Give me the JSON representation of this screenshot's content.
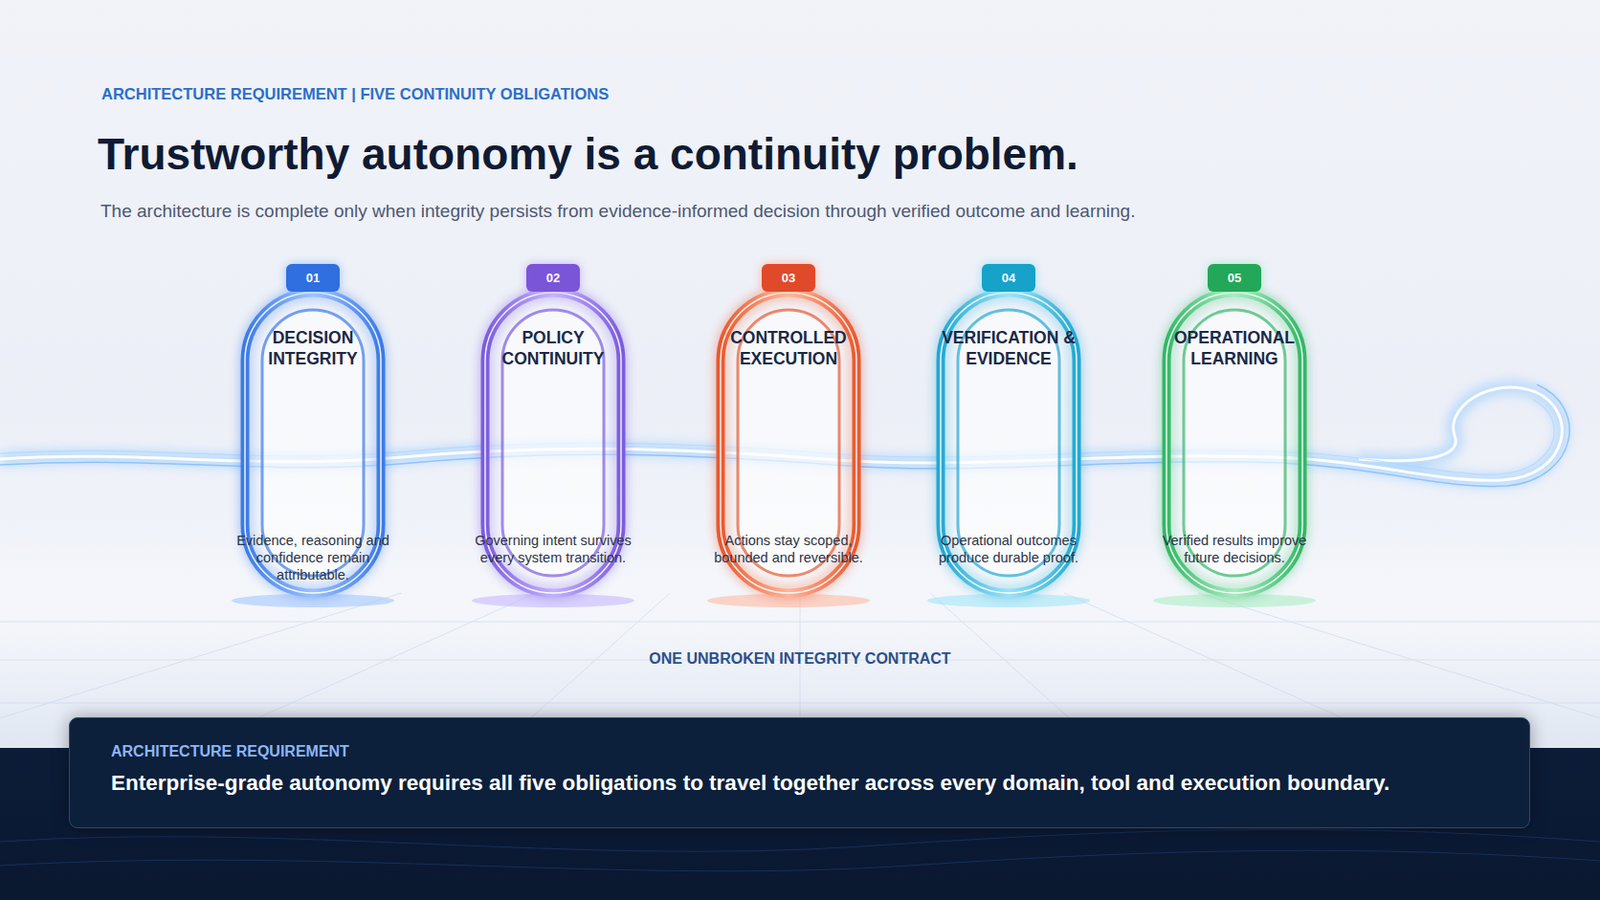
{
  "diagram": {
    "title": "Trustworthy autonomy is a continuity problem.",
    "nodes": [
      {
        "text": [
          "01",
          "DECISION INTEGRITY",
          "Evidence, reasoning and confidence remain attributable."
        ]
      },
      {
        "text": [
          "02",
          "POLICY CONTINUITY",
          "Governing intent survives every system transition."
        ]
      },
      {
        "text": [
          "03",
          "CONTROLLED EXECUTION",
          "Actions stay scoped, bounded and reversible."
        ]
      },
      {
        "text": [
          "04",
          "VERIFICATION & EVIDENCE",
          "Operational outcomes produce durable proof."
        ]
      },
      {
        "text": [
          "05",
          "OPERATIONAL LEARNING",
          "Verified results improve future decisions."
        ]
      },
      {
        "text": [
          "ARCHITECTURE REQUIREMENT",
          "Enterprise-grade autonomy requires all five obligations to travel together across every domain, tool and execution boundary."
        ]
      }
    ],
    "labels": [
      "ARCHITECTURE REQUIREMENT | FIVE CONTINUITY OBLIGATIONS",
      "The architecture is complete only when integrity persists from evidence-informed decision through verified outcome and learning.",
      "ONE UNBROKEN INTEGRITY CONTRACT"
    ]
  }
}
